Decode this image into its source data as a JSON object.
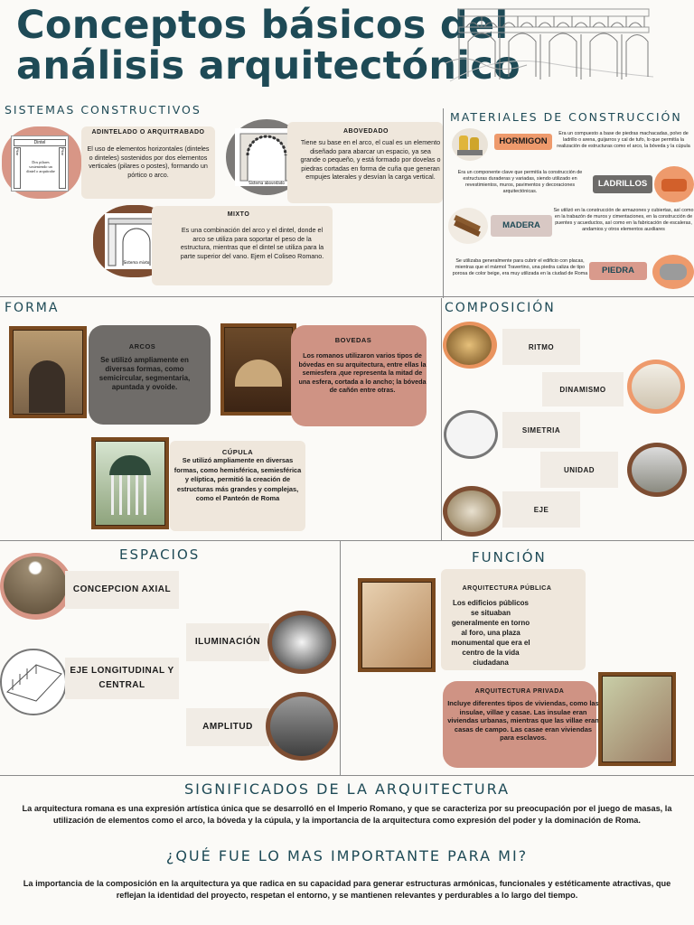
{
  "title": "Conceptos básicos del análisis arquitectónico",
  "sistemas": {
    "heading": "SISTEMAS CONSTRUCTIVOS",
    "adintelado": {
      "title": "ADINTELADO O ARQUITRABADO",
      "text": "El uso de elementos horizontales (dinteles o dinteles) sostenidos por dos elementos verticales (pilares o postes), formando un pórtico o arco.",
      "diagram": {
        "top": "Dintel",
        "left": "Pilar",
        "right": "Pilar",
        "center": "Dos pilares sosteniendo un dintel o arquitrabe"
      }
    },
    "abovedado": {
      "title": "ABOVEDADO",
      "text": "Tiene su base en el arco, el cual es un elemento diseñado para abarcar un espacio, ya sea grande o pequeño, y está formado por dovelas o piedras cortadas en forma de cuña que generan empujes laterales y desvían la carga vertical.",
      "caption": "Sistema abovedado"
    },
    "mixto": {
      "title": "MIXTO",
      "text": "Es una combinación del arco y el dintel, donde el arco se utiliza para soportar el peso de la estructura, mientras que el dintel se utiliza para la parte superior del vano. Ejem el Coliseo Romano.",
      "caption": "Sistema mixto"
    }
  },
  "materiales": {
    "heading": "MATERIALES DE CONSTRUCCIÓN",
    "items": [
      {
        "name": "HORMIGON",
        "text": "Era un compuesto a base de piedras machacadas, polvo de ladrillo o arena, guijarros y cal de tufo, lo que permitía la realización de estructuras como el arco, la bóveda y la cúpula"
      },
      {
        "name": "LADRILLOS",
        "text": "Era un componente clave que permitía la construcción de estructuras duraderas y variadas, siendo utilizado en revestimientos, muros, pavimentos y decoraciones arquitectónicas."
      },
      {
        "name": "MADERA",
        "text": "Se utilizó en la construcción de armazones y cubiertas, así como en la trabazón de muros y cimentaciones, en la construcción de puentes y acueductos, así como en la fabricación de escaleras, andamios y otros elementos auxiliares"
      },
      {
        "name": "PIEDRA",
        "text": "Se utilizaba generalmente para cubrir el edificio con placas, mientras que el mármol Travertino, una piedra caliza de tipo porosa de color beige, era muy utilizada en la ciudad de Roma"
      }
    ],
    "colors": {
      "hormigon": "#ee9a6c",
      "ladrillos": "#6d6b69",
      "madera": "#d8c8c4",
      "piedra": "#d99a8c"
    }
  },
  "forma": {
    "heading": "FORMA",
    "arcos": {
      "title": "ARCOS",
      "text": "Se utilizó ampliamente en diversas formas, como semicircular, segmentaria, apuntada y ovoide."
    },
    "bovedas": {
      "title": "BOVEDAS",
      "text": "Los romanos utilizaron varios tipos de bóvedas en su arquitectura, entre ellas la semiesfera ,que representa la mitad de una esfera, cortada a lo ancho; la bóveda de cañón entre otras."
    },
    "cupula": {
      "title": "CÚPULA",
      "text": "Se utilizó ampliamente en diversas formas, como hemisférica, semiesférica y elíptica, permitió la creación de estructuras más grandes y complejas, como el Panteón de Roma"
    }
  },
  "composicion": {
    "heading": "COMPOSICIÓN",
    "items": [
      "RITMO",
      "DINAMISMO",
      "SIMETRIA",
      "UNIDAD",
      "EJE"
    ]
  },
  "espacios": {
    "heading": "ESPACIOS",
    "items": [
      "CONCEPCION AXIAL",
      "ILUMINACIÓN",
      "EJE LONGITUDINAL Y CENTRAL",
      "AMPLITUD"
    ]
  },
  "funcion": {
    "heading": "FUNCIÓN",
    "publica": {
      "title": "ARQUITECTURA PÚBLICA",
      "text": "Los edificios públicos se situaban generalmente en torno al foro, una plaza monumental que era el centro de la vida ciudadana"
    },
    "privada": {
      "title": "ARQUITECTURA PRIVADA",
      "text": "Incluye diferentes tipos de viviendas, como las insulae, villae y casae. Las insulae eran viviendas urbanas, mientras que las villae eran casas de campo. Las casae eran viviendas para esclavos."
    }
  },
  "significados": {
    "heading": "SIGNIFICADOS DE LA ARQUITECTURA",
    "text": "La arquitectura romana es una expresión artística única que se desarrolló en el Imperio Romano, y que se caracteriza por su preocupación por el juego de masas, la utilización de elementos como el arco, la bóveda y la cúpula, y la importancia de la arquitectura como expresión del poder y la dominación de Roma."
  },
  "importante": {
    "heading": "¿QUÉ FUE LO MAS IMPORTANTE PARA MI?",
    "text": "La importancia de la composición en la arquitectura ya que radica en su capacidad para generar estructuras armónicas, funcionales y estéticamente atractivas, que reflejan la identidad del proyecto, respetan el entorno, y se mantienen relevantes y perdurables a lo largo del tiempo."
  },
  "icons": [
    "aqueduct-sketch",
    "arch-diagram-icon",
    "vault-diagram-icon",
    "mixed-system-icon",
    "concrete-workers-icon",
    "brick-pile-icon",
    "wood-logs-icon",
    "stone-pile-icon"
  ]
}
